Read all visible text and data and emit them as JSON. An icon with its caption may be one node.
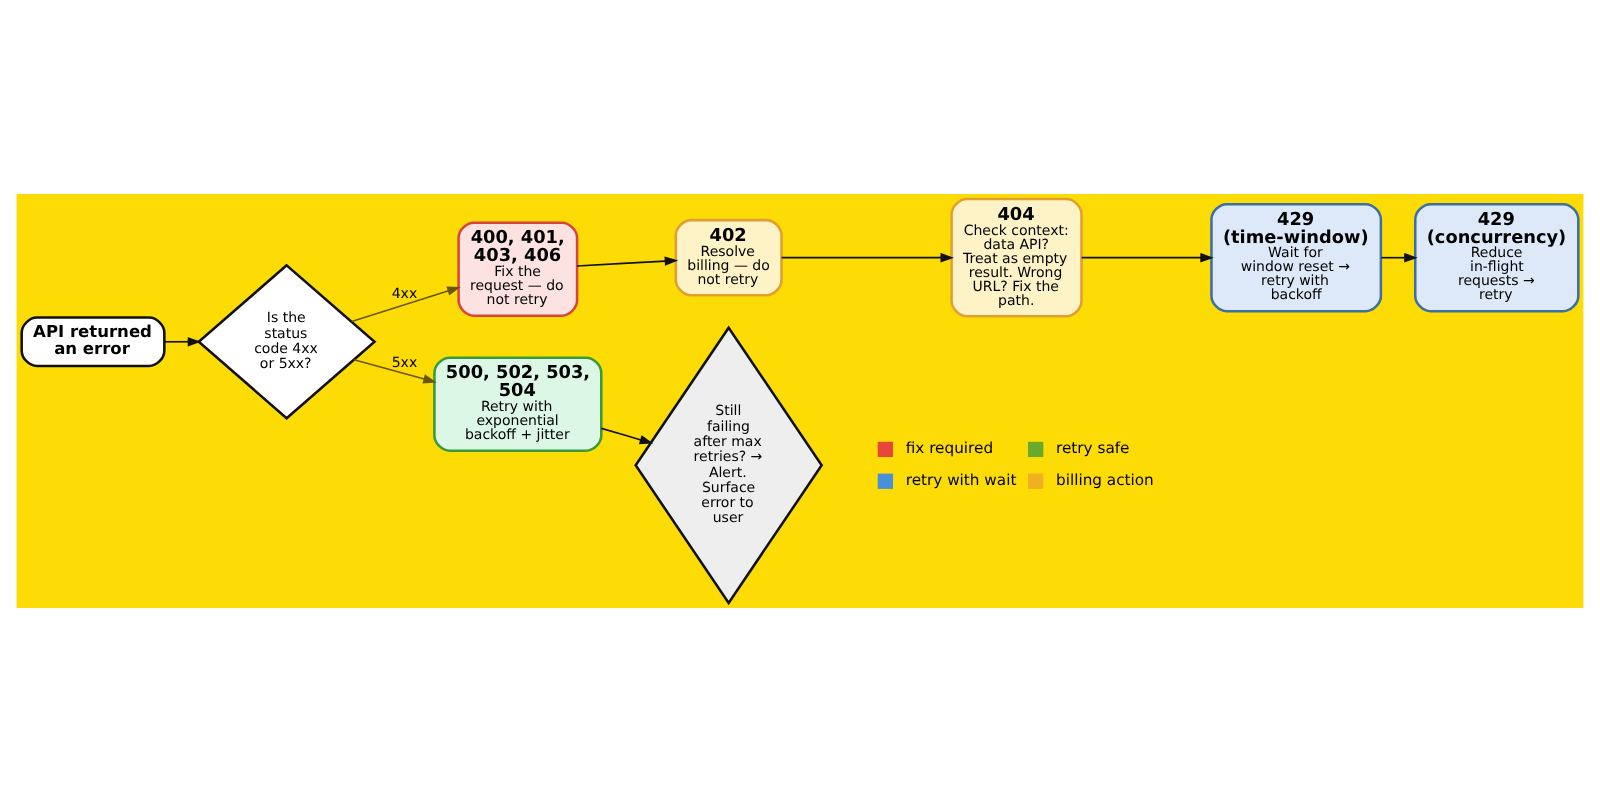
{
  "diagram": {
    "nodes": [
      {
        "text": [
          "API returned an error"
        ]
      },
      {
        "text": [
          "Is the status code 4xx or 5xx?"
        ]
      },
      {
        "text": [
          "400, 401, 403, 406",
          "Fix the request — do not retry"
        ]
      },
      {
        "text": [
          "402",
          "Resolve billing — do not retry"
        ]
      },
      {
        "text": [
          "404",
          "Check context: data API? Treat as empty result. Wrong URL? Fix the path."
        ]
      },
      {
        "text": [
          "429 (time-window)",
          "Wait for window reset → retry with backoff"
        ]
      },
      {
        "text": [
          "429 (concurrency)",
          "Reduce in-flight requests → retry"
        ]
      },
      {
        "text": [
          "500, 502, 503, 504",
          "Retry with exponential backoff + jitter"
        ]
      },
      {
        "text": [
          "Still failing after max retries? → Alert. Surface error to user"
        ]
      }
    ],
    "edges": [
      {
        "from": 0,
        "to": 1,
        "arrow": "to"
      },
      {
        "from": 1,
        "to": 2,
        "arrow": "to",
        "label": "4xx",
        "color": "#6b5500"
      },
      {
        "from": 2,
        "to": 3,
        "arrow": "to"
      },
      {
        "from": 3,
        "to": 4,
        "arrow": "to"
      },
      {
        "from": 4,
        "to": 5,
        "arrow": "to"
      },
      {
        "from": 5,
        "to": 6,
        "arrow": "to"
      },
      {
        "from": 1,
        "to": 7,
        "arrow": "to",
        "label": "5xx",
        "color": "#6b5500"
      },
      {
        "from": 7,
        "to": 8,
        "arrow": "to"
      }
    ],
    "legend": [
      {
        "text": "fix required",
        "color": "#e8453c"
      },
      {
        "text": "retry safe",
        "color": "#6aaa2a"
      },
      {
        "text": "retry with wait",
        "color": "#4a90d9"
      },
      {
        "text": "billing action",
        "color": "#f0b020"
      }
    ]
  }
}
